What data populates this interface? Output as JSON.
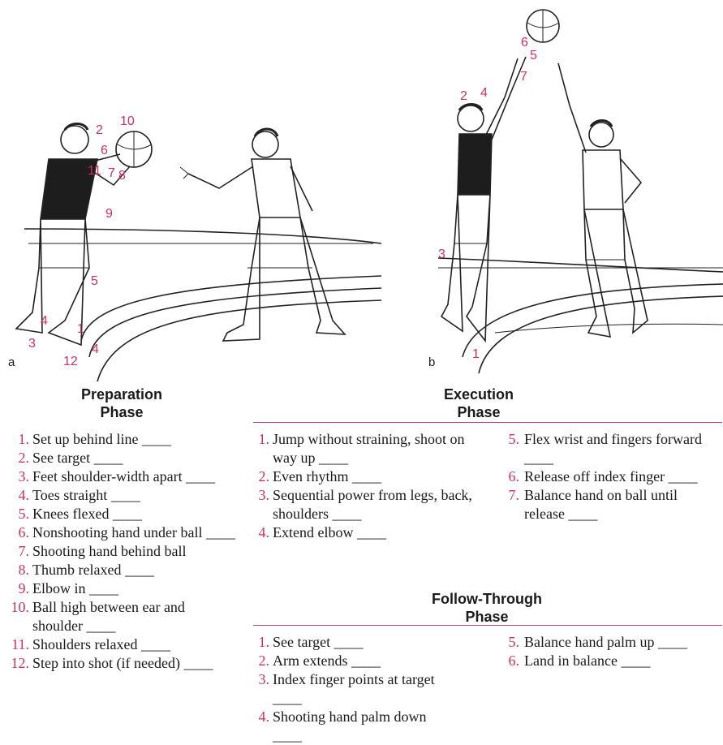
{
  "figures": {
    "a": {
      "letter": "a",
      "callouts": [
        "10",
        "2",
        "6",
        "11",
        "7",
        "8",
        "9",
        "5",
        "4",
        "1",
        "3",
        "12",
        "4"
      ]
    },
    "b": {
      "letter": "b",
      "callouts": [
        "6",
        "5",
        "7",
        "2",
        "4",
        "3",
        "1"
      ]
    }
  },
  "preparation": {
    "heading_line1": "Preparation",
    "heading_line2": "Phase",
    "items": [
      {
        "num": "1.",
        "text": "Set up behind line ____"
      },
      {
        "num": "2.",
        "text": "See target ____"
      },
      {
        "num": "3.",
        "text": "Feet shoulder-width apart ____"
      },
      {
        "num": "4.",
        "text": "Toes straight ____"
      },
      {
        "num": "5.",
        "text": "Knees flexed ____"
      },
      {
        "num": "6.",
        "text": "Nonshooting hand under ball ____"
      },
      {
        "num": "7.",
        "text": "Shooting hand behind ball"
      },
      {
        "num": "8.",
        "text": "Thumb relaxed ____"
      },
      {
        "num": "9.",
        "text": "Elbow in ____"
      },
      {
        "num": "10.",
        "text": "Ball high between ear and shoulder ____"
      },
      {
        "num": "11.",
        "text": "Shoulders relaxed ____"
      },
      {
        "num": "12.",
        "text": "Step into shot (if needed) ____"
      }
    ]
  },
  "execution": {
    "heading_line1": "Execution",
    "heading_line2": "Phase",
    "items_left": [
      {
        "num": "1.",
        "text": "Jump without straining, shoot on way up ____"
      },
      {
        "num": "2.",
        "text": "Even rhythm ____"
      },
      {
        "num": "3.",
        "text": "Sequential power from legs, back, shoulders ____"
      },
      {
        "num": "4.",
        "text": "Extend elbow ____"
      }
    ],
    "items_right": [
      {
        "num": "5.",
        "text": "Flex wrist and fingers forward ____"
      },
      {
        "num": "6.",
        "text": "Release off index finger ____"
      },
      {
        "num": "7.",
        "text": "Balance hand on ball until release ____"
      }
    ]
  },
  "follow_through": {
    "heading_line1": "Follow-Through",
    "heading_line2": "Phase",
    "items_left": [
      {
        "num": "1.",
        "text": "See target ____"
      },
      {
        "num": "2.",
        "text": "Arm extends ____"
      },
      {
        "num": "3.",
        "text": "Index finger points at target ____"
      },
      {
        "num": "4.",
        "text": "Shooting hand palm down ____"
      }
    ],
    "items_right": [
      {
        "num": "5.",
        "text": "Balance hand palm up ____"
      },
      {
        "num": "6.",
        "text": "Land in balance ____"
      }
    ]
  },
  "colors": {
    "accent": "#d0305e",
    "ink": "#1a1a1a"
  }
}
